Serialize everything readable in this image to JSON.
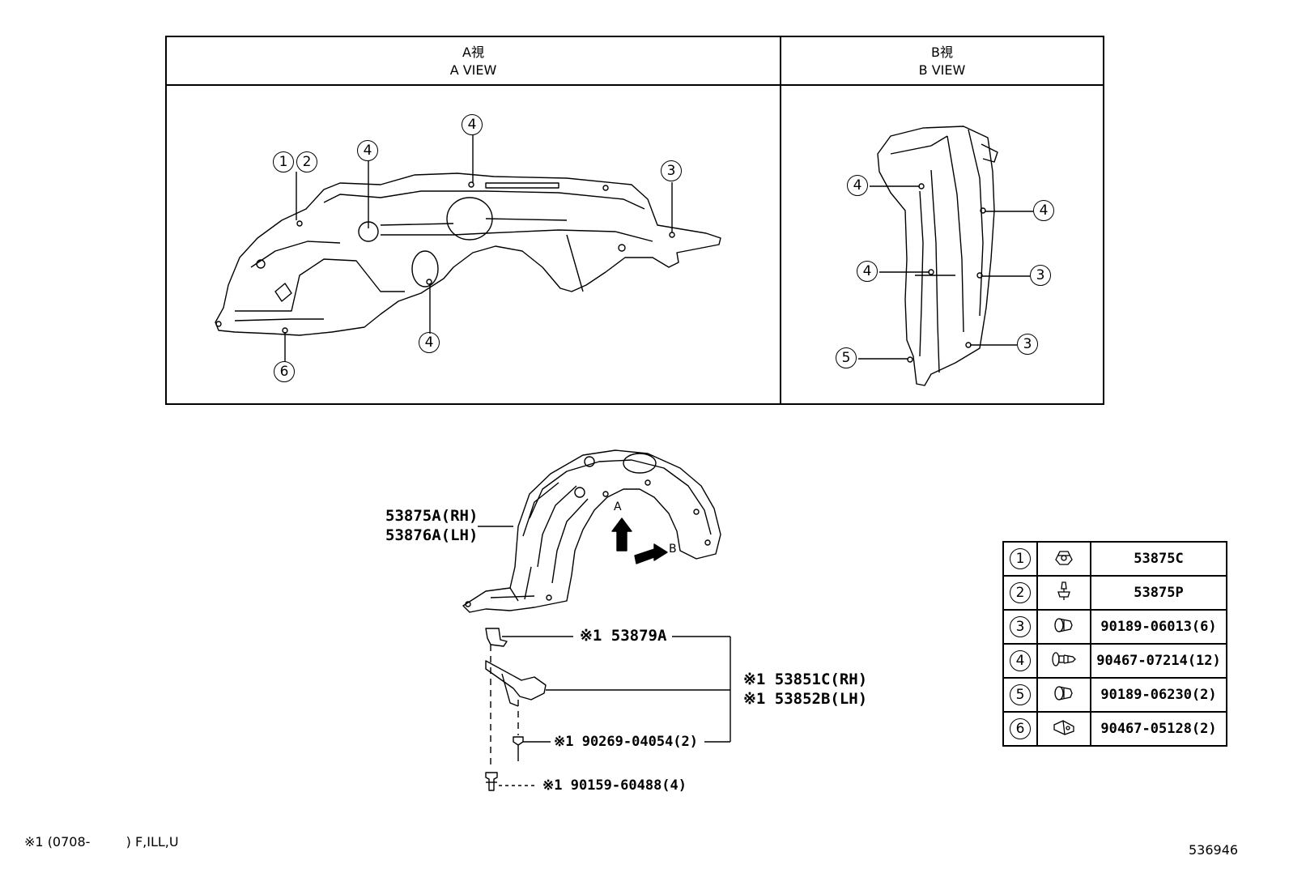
{
  "views": {
    "a": {
      "jp": "A視",
      "en": "A VIEW"
    },
    "b": {
      "jp": "B視",
      "en": "B VIEW"
    }
  },
  "callouts": {
    "one": "1",
    "two": "2",
    "three": "3",
    "four": "4",
    "five": "5",
    "six": "6"
  },
  "main_parts": {
    "liner_rh": "53875A(RH)",
    "liner_lh": "53876A(LH)",
    "bracket": "※1 53879A",
    "splash_rh": "※1 53851C(RH)",
    "splash_lh": "※1 53852B(LH)",
    "screw": "※1 90269-04054(2)",
    "bolt": "※1 90159-60488(4)"
  },
  "arrows": {
    "a": "A",
    "b": "B"
  },
  "parts_table": [
    {
      "num": "1",
      "icon": "clip-nut-icon",
      "part": "53875C"
    },
    {
      "num": "2",
      "icon": "push-clip-icon",
      "part": "53875P"
    },
    {
      "num": "3",
      "icon": "grommet-icon",
      "part": "90189-06013(6)"
    },
    {
      "num": "4",
      "icon": "rivet-clip-icon",
      "part": "90467-07214(12)"
    },
    {
      "num": "5",
      "icon": "grommet-icon",
      "part": "90189-06230(2)"
    },
    {
      "num": "6",
      "icon": "clip-icon",
      "part": "90467-05128(2)"
    }
  ],
  "footnote": {
    "mark": "※1",
    "open": "(0708-",
    "close": ") F,ILL,U"
  },
  "diagram_code": "536946"
}
